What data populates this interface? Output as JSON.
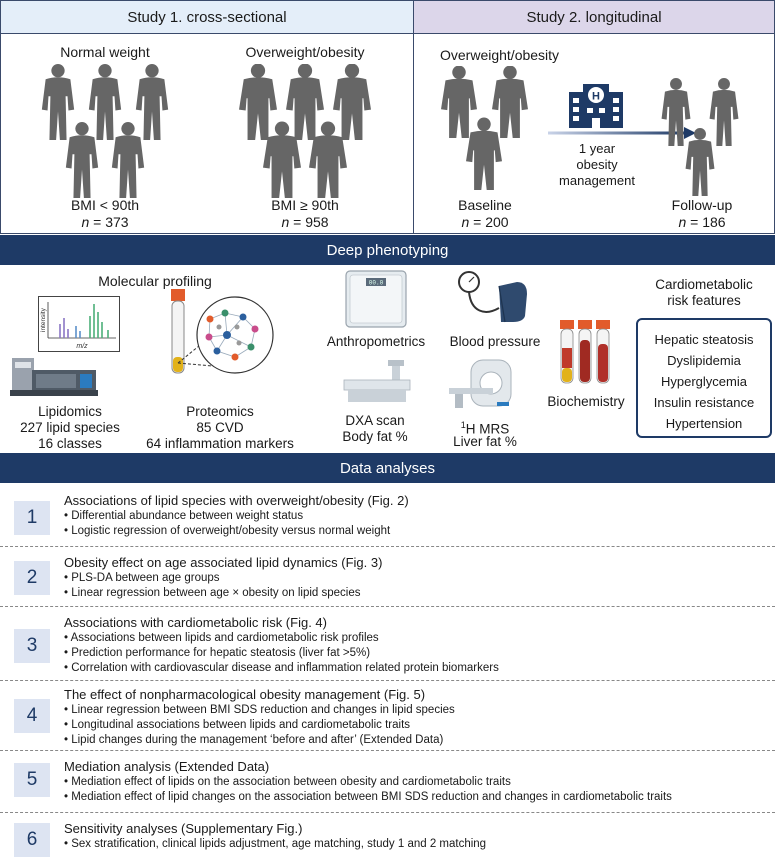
{
  "study1": {
    "title": "Study 1. cross-sectional",
    "groups": [
      {
        "name": "Normal weight",
        "criteria": "BMI < 90th",
        "n_label": "n",
        "n_value": " = 373"
      },
      {
        "name": "Overweight/obesity",
        "criteria": "BMI ≥ 90th",
        "n_label": "n",
        "n_value": " = 958"
      }
    ]
  },
  "study2": {
    "title": "Study 2. longitudinal",
    "group_name": "Overweight/obesity",
    "baseline": {
      "name": "Baseline",
      "n_label": "n",
      "n_value": " = 200"
    },
    "followup": {
      "name": "Follow-up",
      "n_label": "n",
      "n_value": " = 186"
    },
    "intervention": [
      "1 year",
      "obesity",
      "management"
    ],
    "hospital_letter": "H"
  },
  "phenotyping": {
    "title": "Deep phenotyping",
    "molecular": "Molecular profiling",
    "spectrum_ylabel": "intensity",
    "spectrum_xlabel": "m/z",
    "lipidomics": [
      "Lipidomics",
      "227 lipid species",
      "16 classes"
    ],
    "proteomics": [
      "Proteomics",
      "85 CVD",
      "64 inflammation markers"
    ],
    "anthropometrics": "Anthropometrics",
    "scale_display": "00.0",
    "dxa": [
      "DXA scan",
      "Body fat %"
    ],
    "blood_pressure": "Blood pressure",
    "mrs_sup": "1",
    "mrs": [
      "H MRS",
      "Liver fat %"
    ],
    "biochemistry": "Biochemistry",
    "risk_title": [
      "Cardiometabolic",
      "risk features"
    ],
    "risk_items": [
      "Hepatic steatosis",
      "Dyslipidemia",
      "Hyperglycemia",
      "Insulin resistance",
      "Hypertension"
    ]
  },
  "analyses": {
    "title": "Data analyses",
    "items": [
      {
        "num": "1",
        "title": "Associations of lipid species with overweight/obesity (Fig. 2)",
        "bullets": [
          "• Differential abundance between weight status",
          "• Logistic regression of overweight/obesity versus normal weight"
        ]
      },
      {
        "num": "2",
        "title": "Obesity effect on age associated lipid dynamics (Fig. 3)",
        "bullets": [
          "• PLS-DA between age groups",
          "• Linear regression between age × obesity on lipid species"
        ]
      },
      {
        "num": "3",
        "title": "Associations with cardiometabolic risk (Fig. 4)",
        "bullets": [
          "• Associations between lipids and cardiometabolic risk profiles",
          "• Prediction performance for hepatic steatosis (liver fat >5%)",
          "• Correlation with cardiovascular disease and inflammation related protein biomarkers"
        ]
      },
      {
        "num": "4",
        "title": "The effect of nonpharmacological obesity management (Fig. 5)",
        "bullets": [
          "• Linear regression between BMI SDS reduction and changes in lipid species",
          "• Longitudinal associations between lipids and cardiometabolic traits",
          "• Lipid changes during the management ‘before and after’ (Extended Data)"
        ]
      },
      {
        "num": "5",
        "title": "Mediation analysis (Extended Data)",
        "bullets": [
          "• Mediation effect of lipids on the association between obesity and cardiometabolic traits",
          "• Mediation effect of lipid changes on the association between BMI SDS reduction  and  changes in cardiometabolic traits"
        ]
      },
      {
        "num": "6",
        "title": "Sensitivity analyses (Supplementary Fig.)",
        "bullets": [
          "• Sex stratification, clinical lipids adjustment, age matching, study 1 and 2 matching"
        ]
      }
    ]
  },
  "colors": {
    "navy": "#1e3a66",
    "study1_bg": "#e4eef9",
    "study2_bg": "#dcd6ea",
    "figure": "#666666",
    "number_bg": "#dde4f2"
  }
}
